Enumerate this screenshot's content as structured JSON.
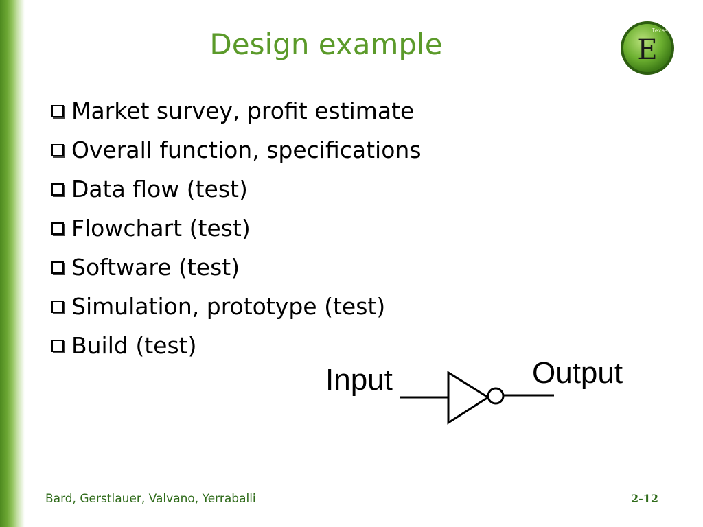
{
  "slide": {
    "title": "Design example",
    "bullets": [
      "Market survey, profit estimate",
      "Overall function, specifications",
      "Data flow (test)",
      "Flowchart (test)",
      "Software (test)",
      "Simulation, prototype (test)",
      "Build (test)"
    ]
  },
  "logo": {
    "letter": "E",
    "caption": "Texas"
  },
  "diagram": {
    "input_label": "Input",
    "output_label": "Output",
    "gate_icon": "not-gate-icon"
  },
  "footer": {
    "authors": "Bard, Gerstlauer, Valvano, Yerraballi",
    "page": "2-12"
  },
  "colors": {
    "accent": "#5b9a2a",
    "footer_text": "#2f6b1a",
    "sidebar": "#6aa532"
  }
}
